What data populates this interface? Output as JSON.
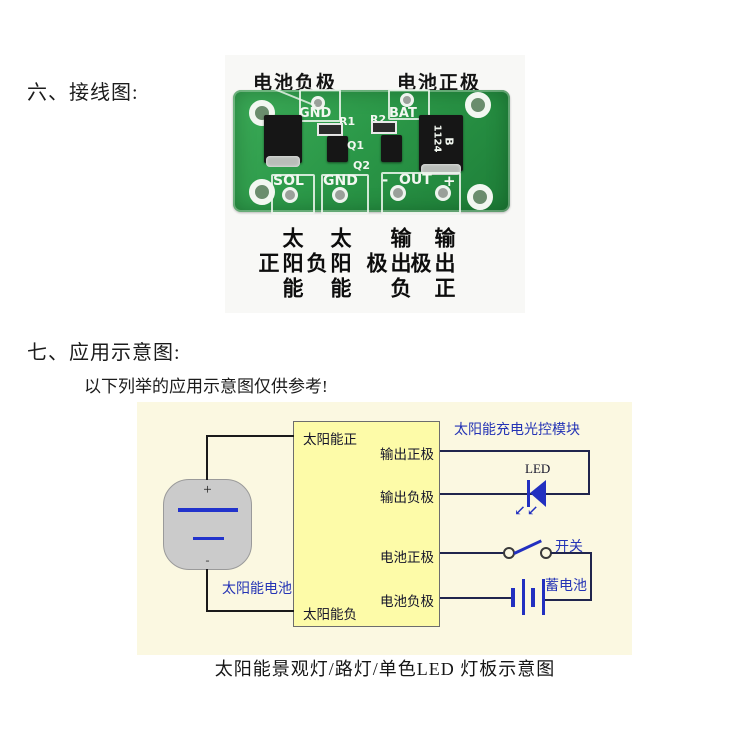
{
  "page": {
    "section6_heading": "六、接线图:",
    "section7_heading": "七、应用示意图:",
    "section7_note": "以下列举的应用示意图仅供参考!",
    "caption": "太阳能景观灯/路灯/单色LED 灯板示意图"
  },
  "pcb_photo": {
    "label_battery_negative": "电池负极",
    "label_battery_positive": "电池正极",
    "silk": {
      "gnd_top": "GND",
      "r1": "R1",
      "r2": "R2",
      "bat": "BAT",
      "q1": "Q1",
      "q2": "Q2",
      "sol": "SOL",
      "gnd_bottom": "GND",
      "minus": "-",
      "out": "OUT",
      "plus": "+",
      "chip_code": "1124",
      "chip_letter": "B"
    },
    "pin_labels": [
      "太阳能正",
      "太阳能负",
      "输出负极",
      "输出正极"
    ],
    "board_color": "#2b9848"
  },
  "schematic": {
    "module_title": "太阳能充电光控模块",
    "pins": {
      "solar_pos": "太阳能正",
      "out_pos": "输出正极",
      "out_neg": "输出负极",
      "bat_pos": "电池正极",
      "bat_neg": "电池负极",
      "solar_neg": "太阳能负"
    },
    "led_label": "LED",
    "emission_arrows": "↙↙",
    "switch_label": "开关",
    "battery_label": "蓄电池",
    "solar_cell_label": "太阳能电池",
    "solar_cell_plus": "+",
    "solar_cell_minus": "-",
    "colors": {
      "canvas_bg": "#fbf8e1",
      "module_bg": "#fdfba8",
      "blue_accent": "#2433b5",
      "wire_dark": "#20254d",
      "wire_black": "#1a1a1a"
    }
  }
}
